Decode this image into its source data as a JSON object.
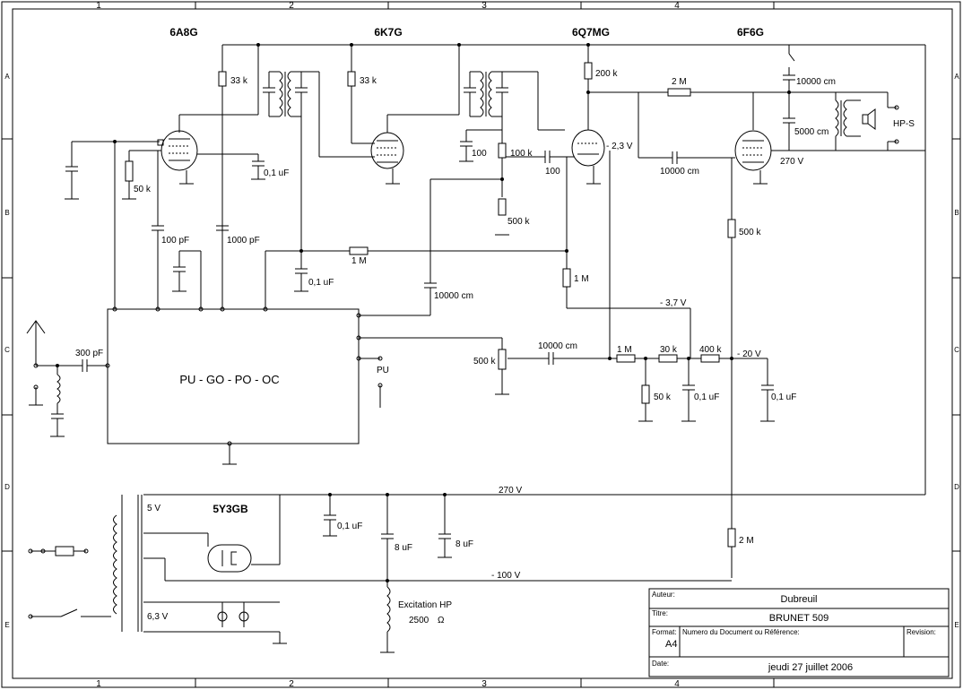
{
  "grid": {
    "columns": [
      "1",
      "2",
      "3",
      "4"
    ],
    "rows": [
      "A",
      "B",
      "C",
      "D",
      "E"
    ]
  },
  "tubes": {
    "t1": "6A8G",
    "t2": "6K7G",
    "t3": "6Q7MG",
    "t4": "6F6G",
    "rect": "5Y3GB"
  },
  "components": {
    "r_33k_a": "33 k",
    "r_33k_b": "33 k",
    "r_200k": "200 k",
    "r_2m_top": "2 M",
    "c_10000cm_top": "10000 cm",
    "c_5000cm": "5000 cm",
    "hp_s": "HP-S",
    "r_50k_left": "50 k",
    "c_01uF_a": "0,1 uF",
    "c_100_a": "100",
    "r_100k": "100 k",
    "c_100_b": "100",
    "v_23": "- 2,3 V",
    "c_10000cm_mid": "10000 cm",
    "v_270_tube": "270 V",
    "r_500k_mid": "500 k",
    "r_500k_right": "500 k",
    "c_100pF": "100 pF",
    "c_1000pF": "1000 pF",
    "r_1m_a": "1 M",
    "c_01uF_b": "0,1 uF",
    "c_10000cm_c": "10000 cm",
    "r_1m_b": "1 M",
    "v_37": "- 3,7 V",
    "c_300pF": "300 pF",
    "block_label": "PU  -  GO  -  PO  -  OC",
    "pu": "PU",
    "pot_500k": "500 k",
    "c_10000cm_d": "10000 cm",
    "r_1m_c": "1 M",
    "r_30k": "30 k",
    "r_400k": "400 k",
    "v_20": "- 20 V",
    "r_50k_b": "50 k",
    "c_01uF_c": "0,1 uF",
    "c_01uF_d": "0,1 uF",
    "v_270_rail": "270 V",
    "v_5": "5 V",
    "c_01uF_e": "0,1 uF",
    "c_8uF_a": "8 uF",
    "c_8uF_b": "8 uF",
    "r_2m_b": "2 M",
    "v_100": "- 100 V",
    "v_63": "6,3 V",
    "excitation": "Excitation HP",
    "excitation_val": "2500",
    "ohm": "Ω"
  },
  "title_block": {
    "author_label": "Auteur:",
    "author": "Dubreuil",
    "title_label": "Titre:",
    "title": "BRUNET 509",
    "format_label": "Format:",
    "format": "A4",
    "docnum_label": "Numero du Document ou Référence:",
    "revision_label": "Revision:",
    "date_label": "Date:",
    "date": "jeudi 27 juillet 2006"
  }
}
